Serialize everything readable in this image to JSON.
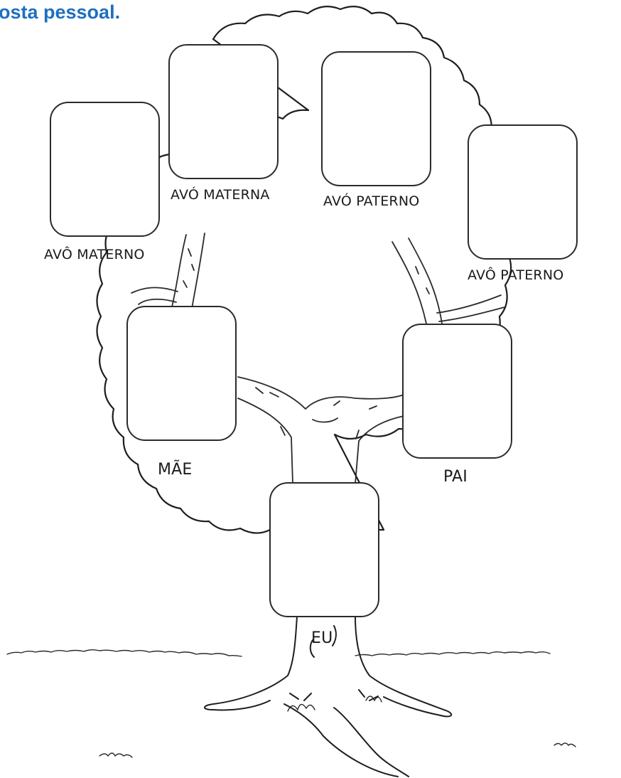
{
  "header": {
    "text": "osta pessoal."
  },
  "tree": {
    "avo_materno": {
      "label": "AVÔ MATERNO"
    },
    "avo_materna": {
      "label": "AVÓ MATERNA"
    },
    "avo_paterno_left": {
      "label": "AVÓ PATERNO"
    },
    "avo_paterno_right": {
      "label": "AVÔ PATERNO"
    },
    "mae": {
      "label": "MÃE"
    },
    "pai": {
      "label": "PAI"
    },
    "eu": {
      "label": "EU"
    }
  }
}
